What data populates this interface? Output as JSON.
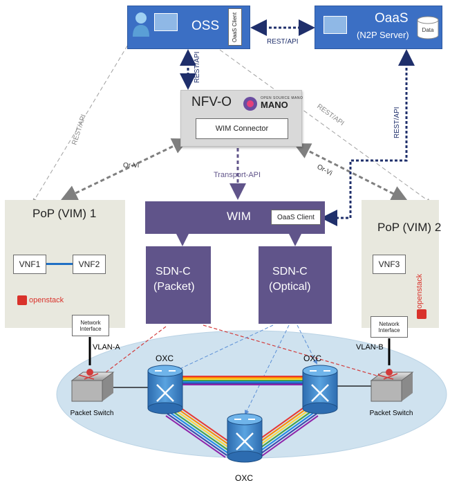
{
  "oss": {
    "title": "OSS",
    "client": "OaaS Client"
  },
  "oaas": {
    "title": "OaaS",
    "subtitle": "(N2P Server)",
    "data": "Data"
  },
  "nfvo": {
    "title": "NFV-O",
    "logo": "OPEN SOURCE MANO",
    "connector": "WIM Connector"
  },
  "wim": {
    "title": "WIM",
    "client": "OaaS Client"
  },
  "sdn_packet": {
    "line1": "SDN-C",
    "line2": "(Packet)"
  },
  "sdn_optical": {
    "line1": "SDN-C",
    "line2": "(Optical)"
  },
  "pop1": {
    "title": "PoP (VIM) 1",
    "vnf1": "VNF1",
    "vnf2": "VNF2",
    "openstack": "openstack",
    "netif_line1": "Network",
    "netif_line2": "Interface"
  },
  "pop2": {
    "title": "PoP (VIM) 2",
    "vnf3": "VNF3",
    "openstack": "openstack",
    "netif_line1": "Network",
    "netif_line2": "Interface"
  },
  "links": {
    "rest_api_top": "REST/API",
    "rest_api_oss_nfvo": "REST/API",
    "rest_api_oaas_wim": "REST/API",
    "rest_api_left": "REST/API",
    "rest_api_right": "REST/API",
    "or_vi_left": "Or-Vi",
    "or_vi_right": "Or-Vi",
    "transport_api": "Transport-API",
    "vlan_a": "VLAN-A",
    "vlan_b": "VLAN-B"
  },
  "network": {
    "oxc_left": "OXC",
    "oxc_right": "OXC",
    "oxc_bottom": "OXC",
    "switch_left": "Packet Switch",
    "switch_right": "Packet Switch"
  },
  "colors": {
    "blue_box": "#3b6fc4",
    "purple_box": "#60548a",
    "pop_bg": "#e8e8de",
    "network_ellipse": "#cfe2ef",
    "dashed_navy": "#1f2f6b",
    "red_dashed": "#d23b3b",
    "blue_dashed": "#5b8fd6",
    "openstack_red": "#d9322b"
  }
}
